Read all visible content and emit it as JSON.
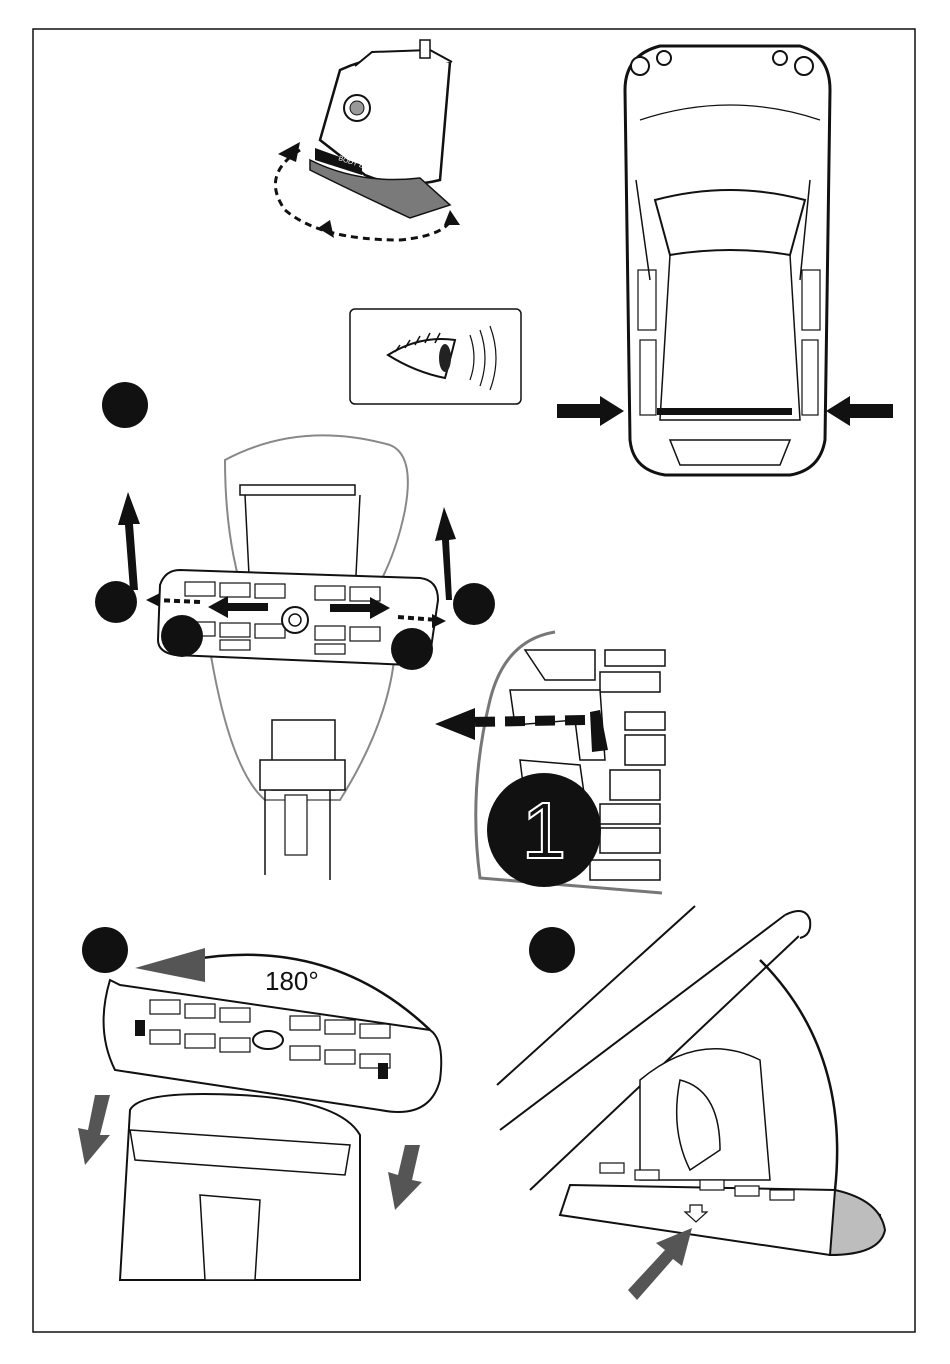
{
  "labels": {
    "step_one": "1",
    "rotation": "180°",
    "brand": "BODY BLADE"
  },
  "colors": {
    "ink": "#111111",
    "fill_dark": "#1a1a1a",
    "fill_grey": "#555555",
    "fill_light": "#bdbdbd",
    "background": "#ffffff"
  },
  "panels": [
    {
      "id": "foot-rotation",
      "icons": [
        "roof-rack-foot-icon",
        "rotation-arrows-icon"
      ]
    },
    {
      "id": "car-top-view",
      "icons": [
        "car-top-icon",
        "position-arrow-icon"
      ]
    },
    {
      "id": "eye-inspect",
      "icons": [
        "eye-icon"
      ]
    },
    {
      "id": "pad-removal",
      "icons": [
        "step-marker-icon",
        "up-arrow-icon",
        "pad-icon"
      ]
    },
    {
      "id": "detail-zoom",
      "icons": [
        "step-one-badge-icon",
        "left-arrow-icon"
      ]
    },
    {
      "id": "pad-rotate-180",
      "icons": [
        "rotate-arrow-icon",
        "down-arrow-icon"
      ]
    },
    {
      "id": "pad-press-in",
      "icons": [
        "step-marker-icon",
        "press-arrow-icon"
      ]
    }
  ]
}
